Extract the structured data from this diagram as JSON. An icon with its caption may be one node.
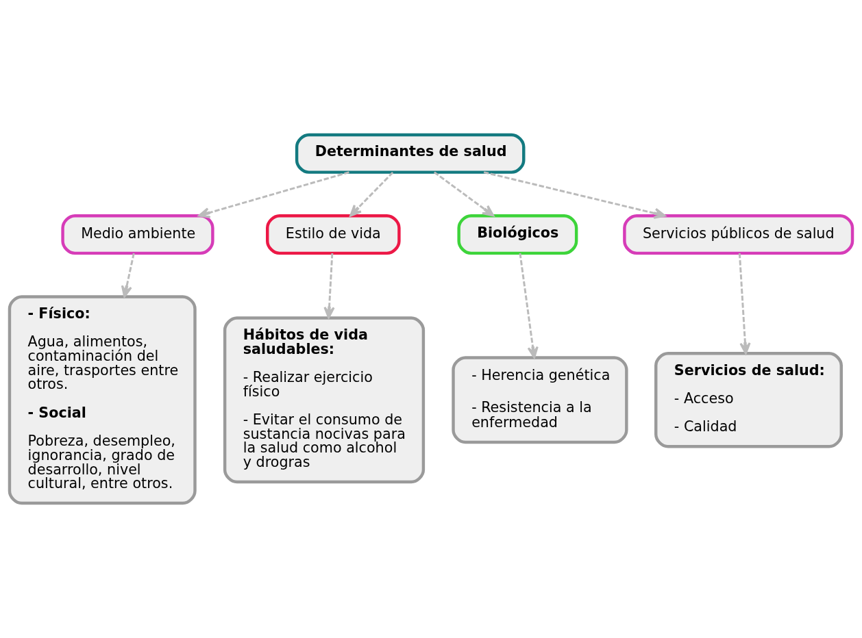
{
  "diagram": {
    "nodes": [
      {
        "text": [
          "Determinantes de salud"
        ]
      },
      {
        "text": [
          "Medio ambiente"
        ]
      },
      {
        "text": [
          "Estilo de vida"
        ]
      },
      {
        "text": [
          "Biológicos"
        ]
      },
      {
        "text": [
          "Servicios públicos de salud"
        ]
      },
      {
        "text": [
          "- Físico:",
          "Agua, alimentos, contaminación del aire, trasportes entre otros.",
          "- Social",
          "Pobreza, desempleo, ignorancia, grado de desarrollo, nivel cultural, entre otros."
        ]
      },
      {
        "text": [
          "Hábitos de vida saludables:",
          "- Realizar ejercicio físico",
          "- Evitar el consumo de sustancia nocivas para la salud como alcohol y drogras"
        ]
      },
      {
        "text": [
          "- Herencia genética",
          "- Resistencia a la enfermedad"
        ]
      },
      {
        "text": [
          "Servicios de salud:",
          "- Acceso",
          "- Calidad"
        ]
      }
    ],
    "edges": [
      {
        "from": 0,
        "to": 1,
        "arrow": "to",
        "style": "dashed"
      },
      {
        "from": 0,
        "to": 2,
        "arrow": "to",
        "style": "dashed"
      },
      {
        "from": 0,
        "to": 3,
        "arrow": "to",
        "style": "dashed"
      },
      {
        "from": 0,
        "to": 4,
        "arrow": "to",
        "style": "dashed"
      },
      {
        "from": 1,
        "to": 5,
        "arrow": "to",
        "style": "dashed"
      },
      {
        "from": 2,
        "to": 6,
        "arrow": "to",
        "style": "dashed"
      },
      {
        "from": 3,
        "to": 7,
        "arrow": "to",
        "style": "dashed"
      },
      {
        "from": 4,
        "to": 8,
        "arrow": "to",
        "style": "dashed"
      }
    ]
  }
}
